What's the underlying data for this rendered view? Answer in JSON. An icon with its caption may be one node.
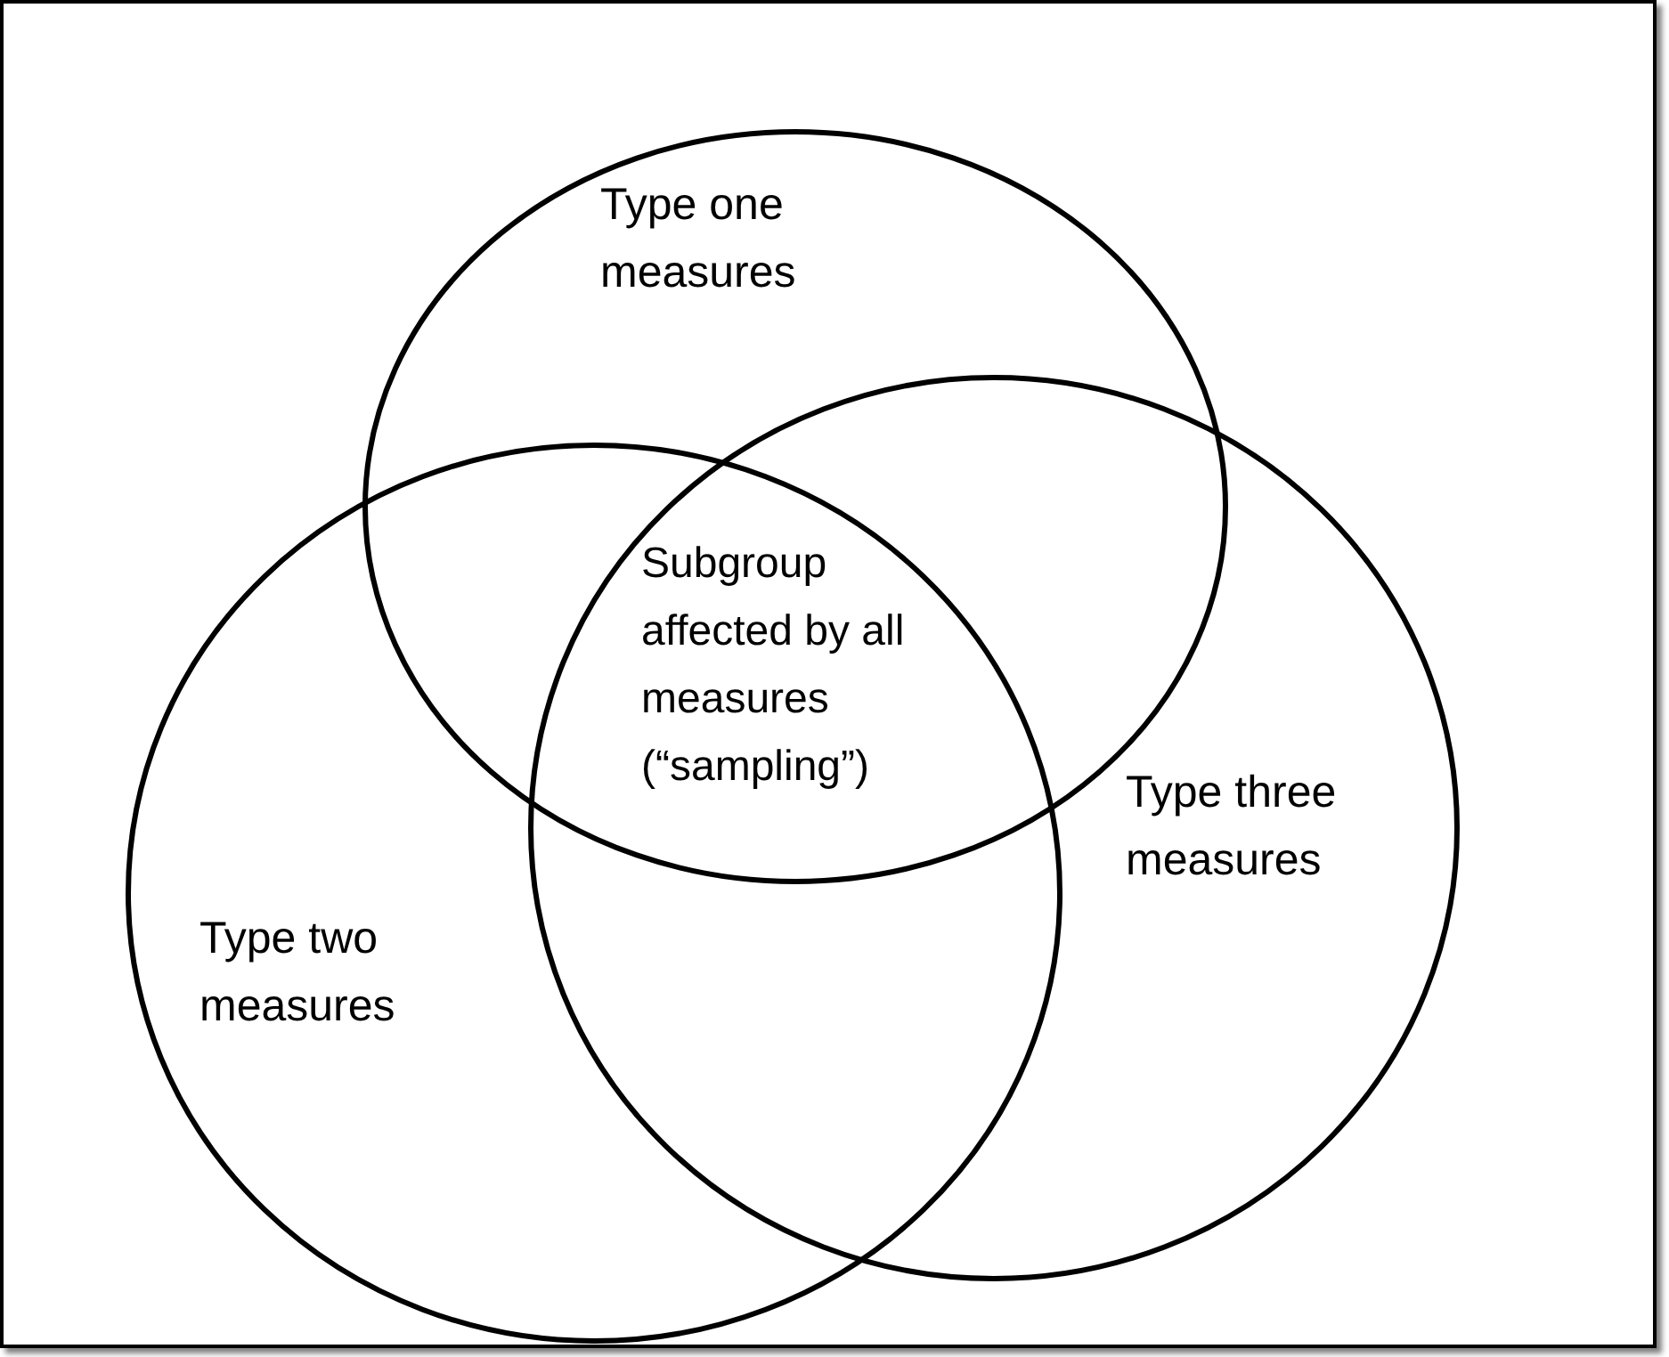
{
  "diagram": {
    "nodes": [
      {
        "text": [
          "Type one measures"
        ]
      },
      {
        "text": [
          "Type two measures"
        ]
      },
      {
        "text": [
          "Type three measures"
        ]
      }
    ],
    "labels": [
      "Subgroup affected by all measures (“sampling”)"
    ]
  }
}
